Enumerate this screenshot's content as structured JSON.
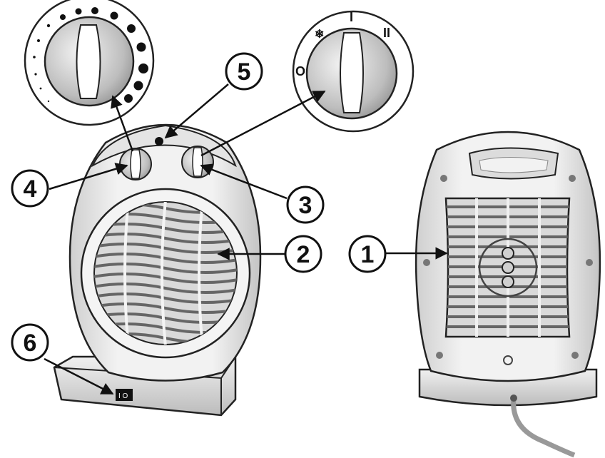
{
  "callouts": [
    {
      "id": "1",
      "label": "1"
    },
    {
      "id": "2",
      "label": "2"
    },
    {
      "id": "3",
      "label": "3"
    },
    {
      "id": "4",
      "label": "4"
    },
    {
      "id": "5",
      "label": "5"
    },
    {
      "id": "6",
      "label": "6"
    }
  ],
  "mode_knob": {
    "marks": [
      "❄",
      "I",
      "II",
      "O"
    ]
  },
  "switch": {
    "symbol": "I O"
  },
  "colors": {
    "outline": "#222222",
    "body_light": "#eeeeee",
    "body_mid": "#cfcfcf",
    "body_dark": "#9a9a9a",
    "grille": "#888888"
  }
}
